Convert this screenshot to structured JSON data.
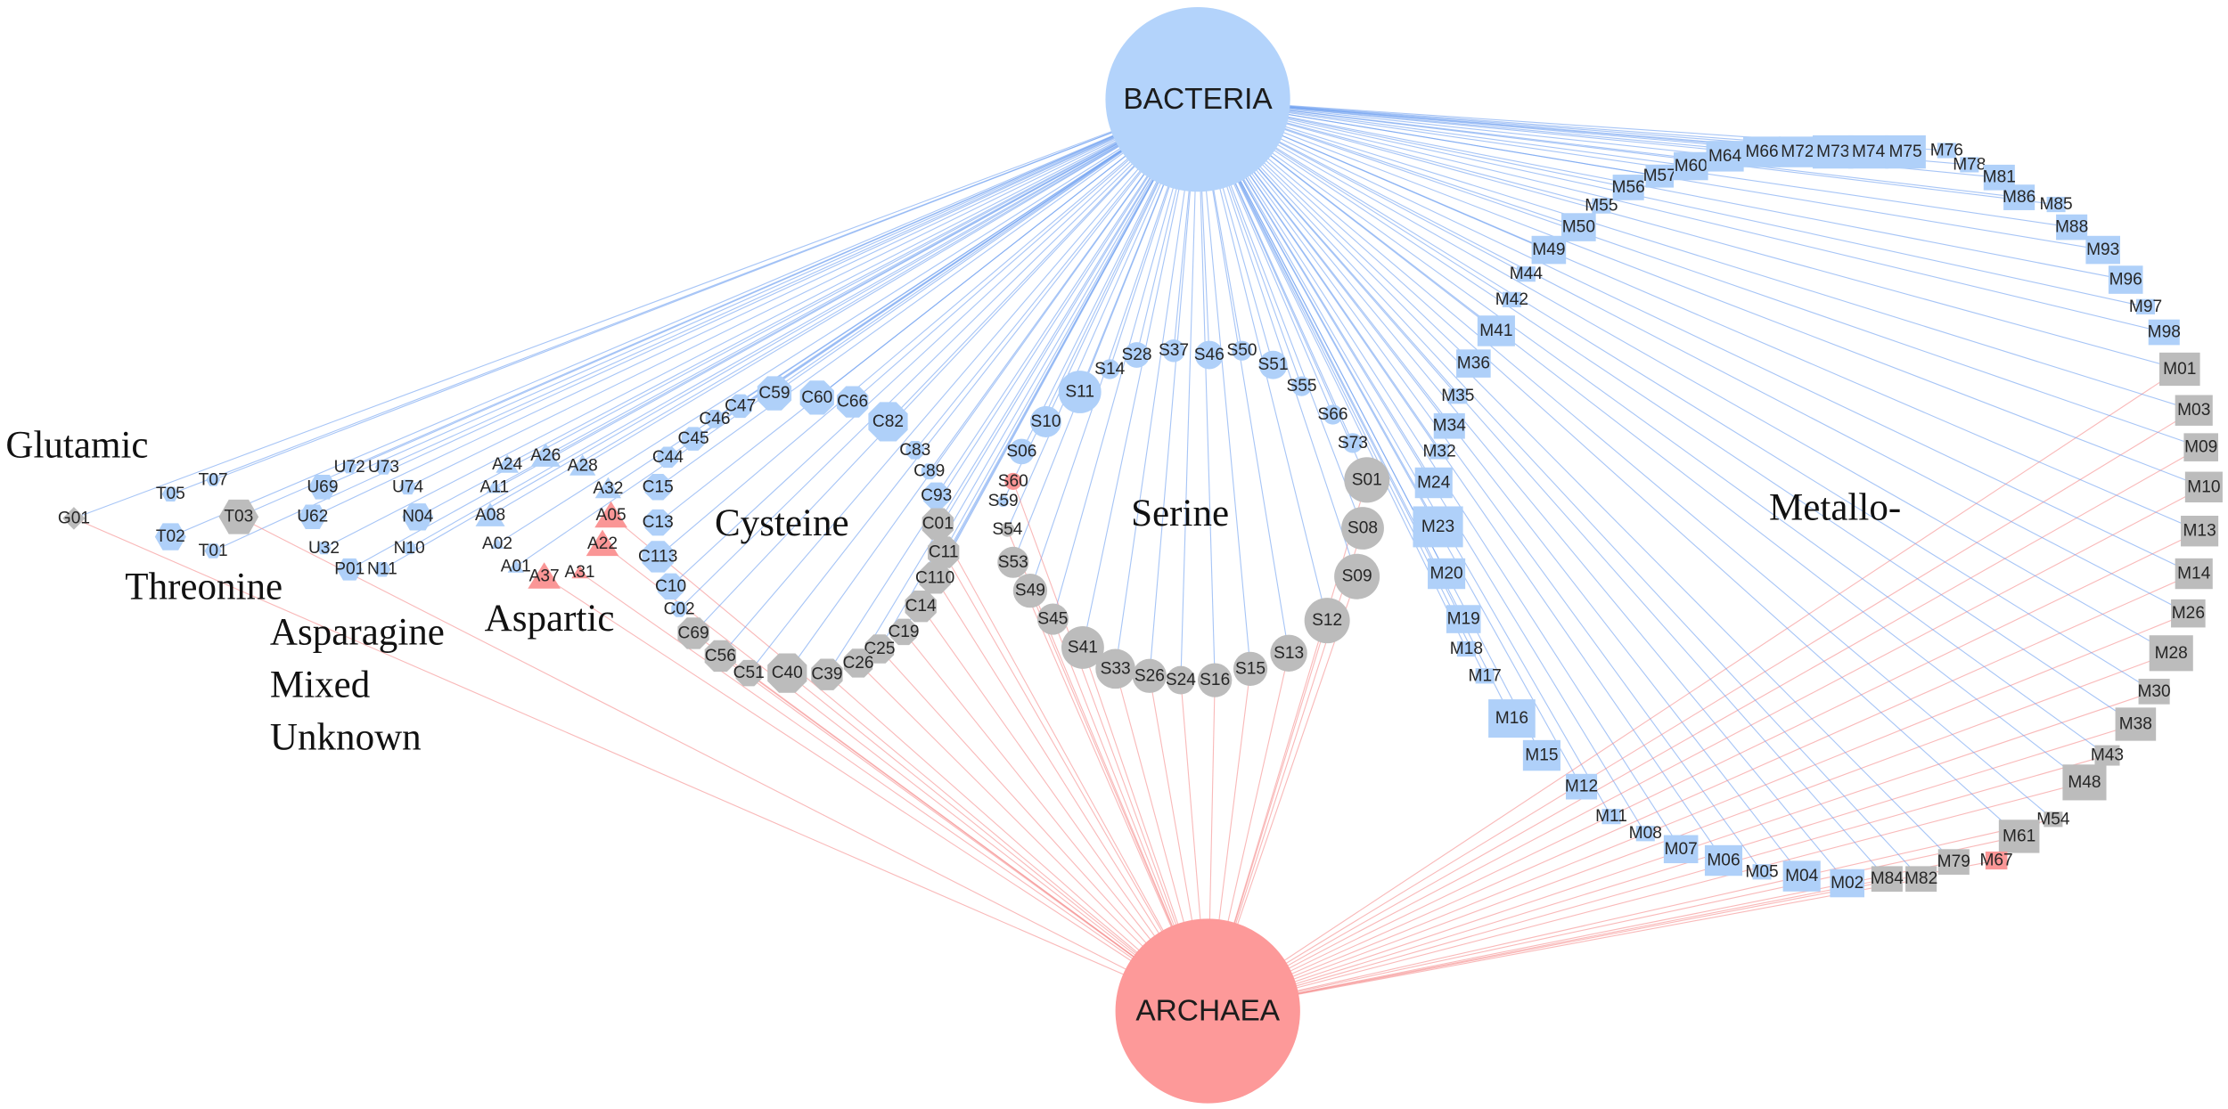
{
  "hubs": {
    "bacteria": "BACTERIA",
    "archaea": "ARCHAEA"
  },
  "colors": {
    "bacteria": "#afd0f9",
    "archaea": "#fa9696",
    "shared": "#bcbcbc",
    "bacteria_edge": "#6d9ff0",
    "archaea_edge": "#f58a8a",
    "bacteria_hub": "#b3d3fb",
    "archaea_hub": "#fd9999"
  },
  "families": [
    {
      "name": "Glutamic",
      "shape": "diamond",
      "bacteria_only": [],
      "shared": [
        "G01"
      ],
      "archaea_only": []
    },
    {
      "name": "Threonine",
      "shape": "hexagon",
      "bacteria_only": [
        "T07",
        "T05",
        "T02",
        "T01"
      ],
      "shared": [
        "T03"
      ],
      "archaea_only": []
    },
    {
      "name": "Asparagine",
      "shape": "hexagon",
      "bacteria_only": [
        "N04",
        "N10",
        "N11"
      ],
      "shared": [],
      "archaea_only": []
    },
    {
      "name": "Mixed",
      "shape": "hexagon",
      "bacteria_only": [
        "P01"
      ],
      "shared": [],
      "archaea_only": []
    },
    {
      "name": "Unknown",
      "shape": "hexagon",
      "bacteria_only": [
        "U72",
        "U73",
        "U69",
        "U74",
        "U62",
        "U32"
      ],
      "shared": [],
      "archaea_only": []
    },
    {
      "name": "Aspartic",
      "shape": "triangle",
      "bacteria_only": [
        "A24",
        "A26",
        "A28",
        "A11",
        "A32",
        "A08",
        "A02",
        "A01"
      ],
      "shared": [],
      "archaea_only": [
        "A05",
        "A22",
        "A37",
        "A31"
      ]
    },
    {
      "name": "Cysteine",
      "shape": "octagon",
      "bacteria_only": [
        "C59",
        "C47",
        "C60",
        "C66",
        "C46",
        "C82",
        "C45",
        "C83",
        "C44",
        "C89",
        "C15",
        "C93",
        "C13",
        "C113",
        "C10",
        "C02"
      ],
      "shared": [
        "C01",
        "C11",
        "C110",
        "C14",
        "C69",
        "C19",
        "C56",
        "C25",
        "C51",
        "C26",
        "C40",
        "C39"
      ],
      "archaea_only": []
    },
    {
      "name": "Serine",
      "shape": "circle",
      "bacteria_only": [
        "S28",
        "S37",
        "S46",
        "S50",
        "S14",
        "S51",
        "S11",
        "S55",
        "S10",
        "S66",
        "S06",
        "S73",
        "S59"
      ],
      "shared": [
        "S01",
        "S08",
        "S09",
        "S12",
        "S13",
        "S15",
        "S16",
        "S24",
        "S26",
        "S33",
        "S41",
        "S45",
        "S49",
        "S53",
        "S54"
      ],
      "archaea_only": [
        "S60"
      ]
    },
    {
      "name": "Metallo-",
      "shape": "square",
      "bacteria_only": [
        "M57",
        "M60",
        "M64",
        "M66",
        "M72",
        "M73",
        "M74",
        "M75",
        "M76",
        "M78",
        "M81",
        "M86",
        "M85",
        "M88",
        "M93",
        "M96",
        "M97",
        "M98",
        "M02",
        "M04",
        "M05",
        "M06",
        "M07",
        "M08",
        "M11",
        "M12",
        "M15",
        "M16",
        "M17",
        "M18",
        "M19",
        "M20",
        "M23",
        "M24",
        "M32",
        "M34",
        "M35",
        "M36",
        "M41",
        "M42",
        "M44",
        "M49",
        "M50",
        "M55",
        "M56"
      ],
      "shared": [
        "M01",
        "M03",
        "M09",
        "M10",
        "M13",
        "M14",
        "M26",
        "M28",
        "M30",
        "M38",
        "M43",
        "M48",
        "M54",
        "M61",
        "M79",
        "M82",
        "M84"
      ],
      "archaea_only": [
        "M67"
      ]
    }
  ]
}
